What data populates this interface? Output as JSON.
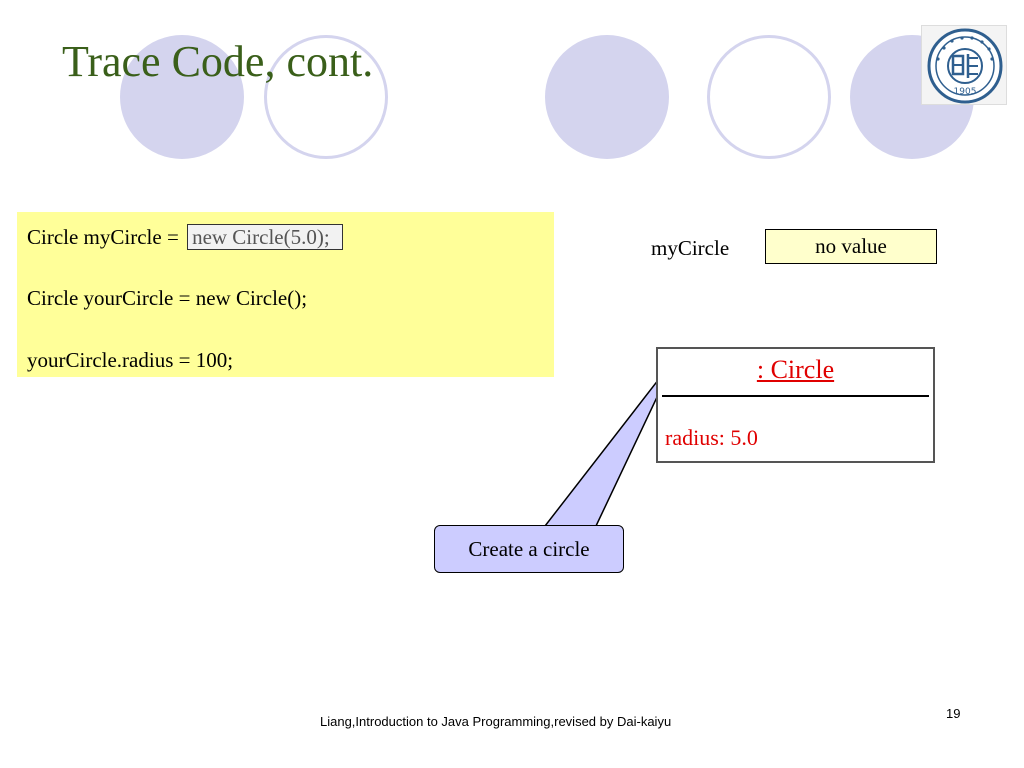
{
  "slide": {
    "title": "Trace Code, cont.",
    "logo_year": "1905"
  },
  "code": {
    "line1_prefix": "Circle myCircle = ",
    "line1_highlight": "new Circle(5.0);",
    "line2": "Circle yourCircle = new Circle();",
    "line3": "yourCircle.radius = 100;"
  },
  "variable": {
    "name": "myCircle",
    "value": "no value"
  },
  "object": {
    "title": ": Circle",
    "field": "radius: 5.0"
  },
  "callout": {
    "text": "Create a circle"
  },
  "footer": {
    "text": "Liang,Introduction to Java Programming,revised by Dai-kaiyu",
    "page_number": "19"
  },
  "colors": {
    "title": "#3a5f1a",
    "decor": "#d4d4ee",
    "code_bg": "#ffff99",
    "var_bg": "#ffffcc",
    "object_text": "#e00000",
    "callout_bg": "#ccccff"
  }
}
